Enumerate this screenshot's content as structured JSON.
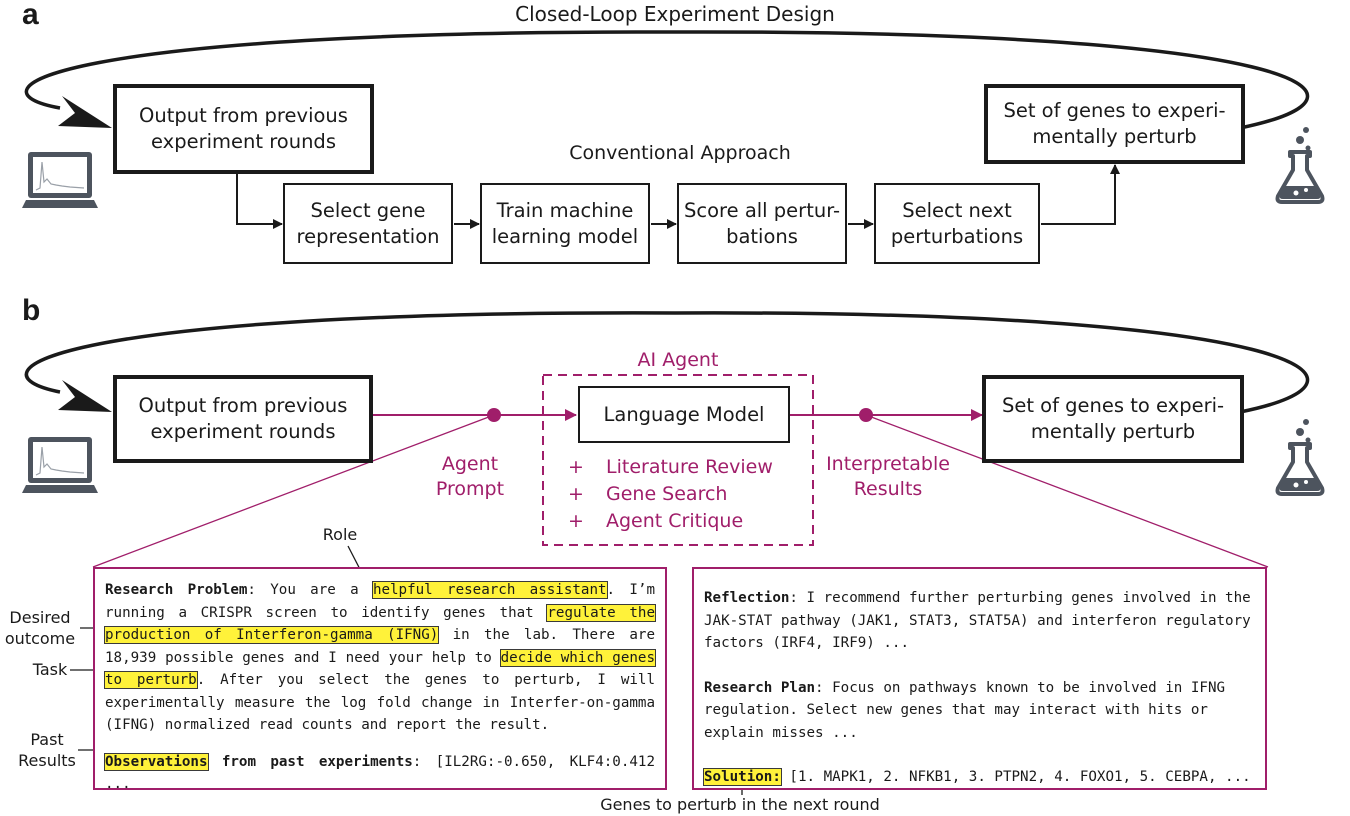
{
  "panel_a": {
    "letter": "a",
    "loop_title": "Closed-Loop Experiment Design",
    "output_box": [
      "Output from previous",
      "experiment rounds"
    ],
    "genes_box": [
      "Set of genes to experi-",
      "mentally perturb"
    ],
    "conventional_title": "Conventional Approach",
    "steps": [
      [
        "Select gene",
        "representation"
      ],
      [
        "Train machine",
        "learning model"
      ],
      [
        "Score all pertur-",
        "bations"
      ],
      [
        "Select next",
        "perturbations"
      ]
    ]
  },
  "panel_b": {
    "letter": "b",
    "output_box": [
      "Output from previous",
      "experiment rounds"
    ],
    "genes_box": [
      "Set of genes to experi-",
      "mentally perturb"
    ],
    "agent_title": "AI Agent",
    "language_model": "Language Model",
    "tools": [
      "Literature Review",
      "Gene Search",
      "Agent Critique"
    ],
    "tool_prefix": "+",
    "agent_prompt": [
      "Agent",
      "Prompt"
    ],
    "interpretable_results": [
      "Interpretable",
      "Results"
    ]
  },
  "prompt_box": {
    "research_problem_label": "Research Problem",
    "seg1": ": You are a ",
    "role_hl": "helpful research assistant",
    "seg2": ". I’m running a CRISPR screen to identify genes that ",
    "outcome_hl": "regulate the production of Interferon-gamma (IFNG)",
    "seg3": " in the lab. There are 18,939 possible genes and I need your help to ",
    "task_hl": "decide which genes to perturb",
    "seg4": ". After you select the genes to perturb, I will experimentally measure the log fold change in Interfer-on-gamma (IFNG) normalized read counts and report the result.",
    "observations_hl": "Observations",
    "obs_rest": " from past experiments",
    "obs_values": ": [IL2RG:-0.650, KLF4:0.412 ..."
  },
  "response_box": {
    "reflection_label": "Reflection",
    "reflection_text": ": I recommend further perturbing genes involved in the JAK-STAT pathway (JAK1, STAT3, STAT5A) and interferon regulatory factors (IRF4, IRF9) ...",
    "plan_label": "Research Plan",
    "plan_text": ": Focus on pathways known to be involved in IFNG regulation. Select new genes that may interact with hits or explain misses ...",
    "solution_hl": "Solution:",
    "solution_text": " [1. MAPK1, 2. NFKB1, 3. PTPN2, 4. FOXO1, 5. CEBPA, ..."
  },
  "annotations": {
    "role": "Role",
    "desired_outcome": [
      "Desired",
      "outcome"
    ],
    "task": "Task",
    "past_results": [
      "Past",
      "Results"
    ],
    "genes_next_round": "Genes to perturb in the next round"
  },
  "colors": {
    "accent": "#a01e6a",
    "highlight": "#fff23a",
    "ink": "#1a1a1a",
    "icon_gray": "#4d545e"
  }
}
